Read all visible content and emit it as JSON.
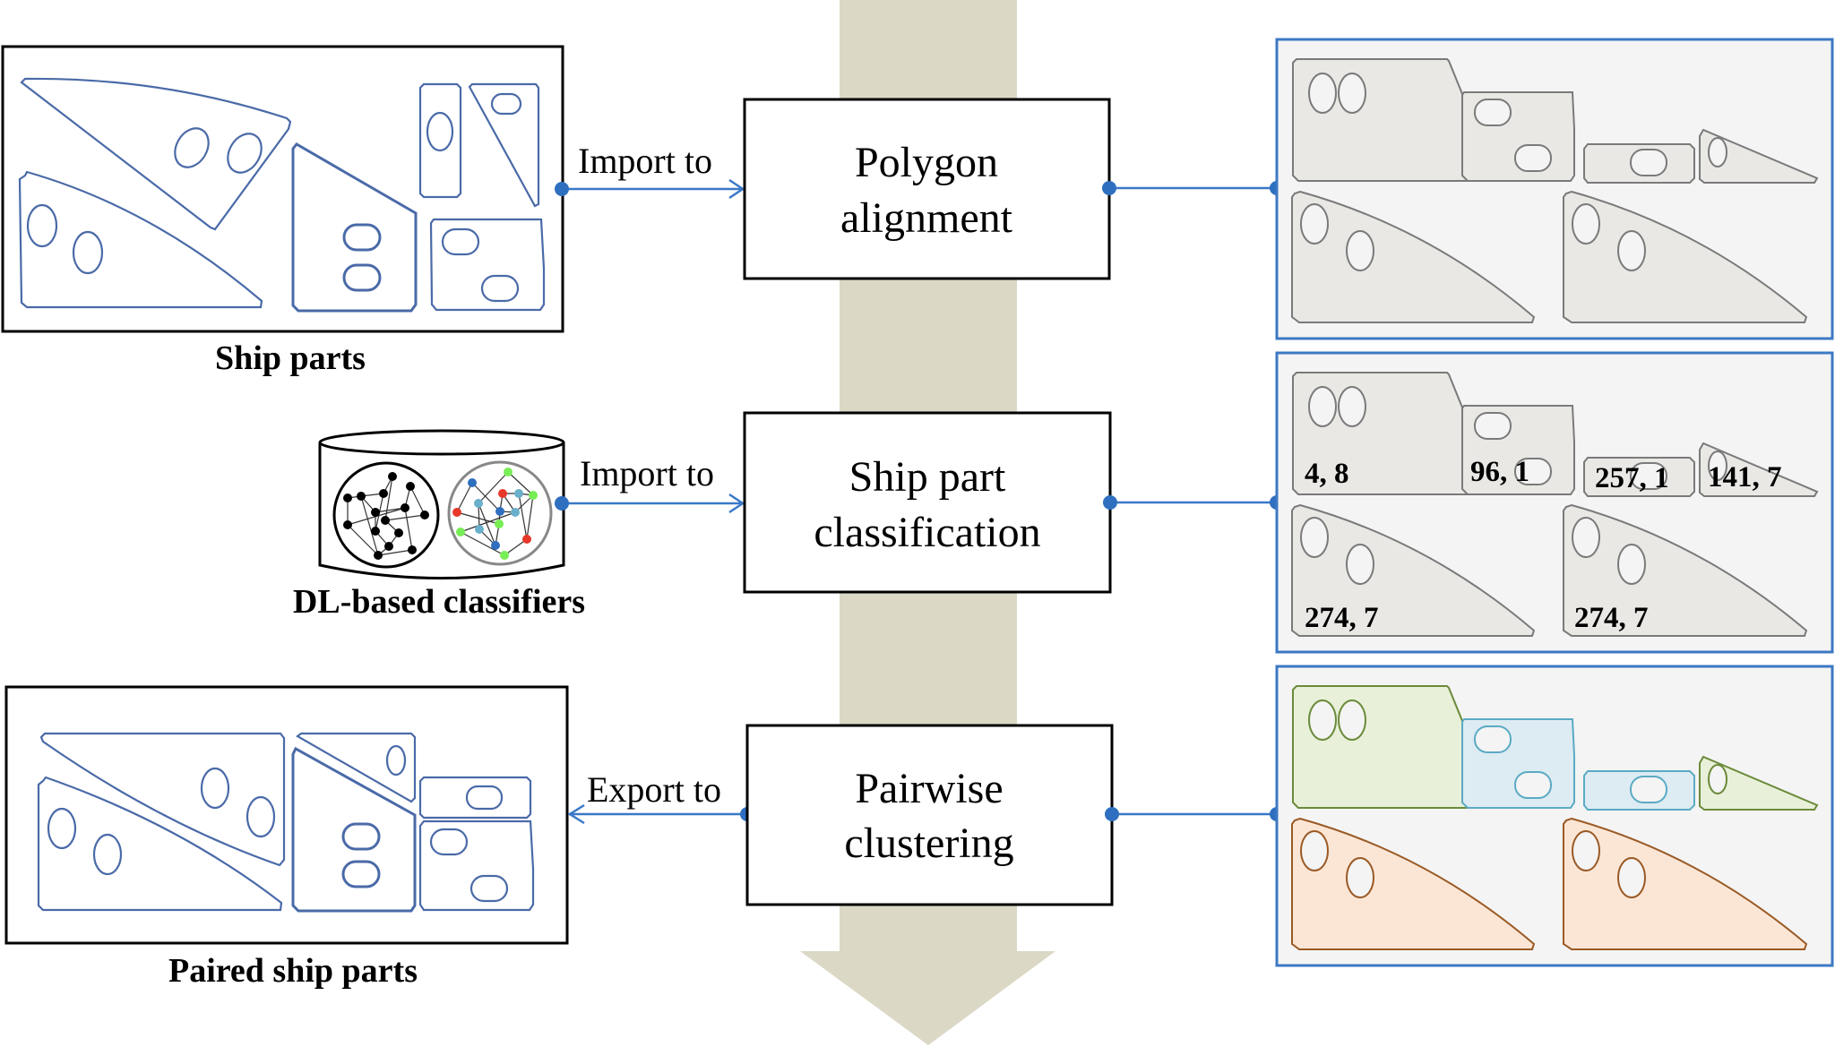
{
  "colors": {
    "flow_arrow": "#dbd8c5",
    "connector": "#3a78c8",
    "panel_border": "#3d78c4",
    "panel_bg": "#f4f4f4",
    "part_stroke_blue": "#4a6aa8",
    "gray_part_fill": "#e9e8e5",
    "gray_part_stroke": "#7a7a7a",
    "cluster_green_fill": "#e8f0d9",
    "cluster_green_stroke": "#6b8a3a",
    "cluster_blue_fill": "#ddebf3",
    "cluster_blue_stroke": "#5aaac4",
    "cluster_orange_fill": "#fbe6d6",
    "cluster_orange_stroke": "#9a5a25",
    "graph_green": "#77ee55",
    "graph_blue": "#2f6fc0",
    "graph_red": "#e8382a",
    "graph_teal": "#6aafcc"
  },
  "inputs": {
    "ship_parts_caption": "Ship parts",
    "classifiers_caption": "DL-based classifiers",
    "paired_caption": "Paired ship parts"
  },
  "connectors": {
    "import_to_1": "Import to",
    "import_to_2": "Import to",
    "export_to": "Export to"
  },
  "steps": [
    {
      "line1": "Polygon",
      "line2": "alignment"
    },
    {
      "line1": "Ship part",
      "line2": "classification"
    },
    {
      "line1": "Pairwise",
      "line2": "clustering"
    }
  ],
  "classification_labels": {
    "trapezoid": "4, 8",
    "square": "96, 1",
    "small_rect": "257, 1",
    "triangle": "141, 7",
    "curve_left": "274, 7",
    "curve_right": "274, 7"
  },
  "clusters": {
    "trapezoid": "green",
    "square": "blue",
    "small_rect": "blue",
    "triangle": "green",
    "curve_left": "orange",
    "curve_right": "orange"
  }
}
